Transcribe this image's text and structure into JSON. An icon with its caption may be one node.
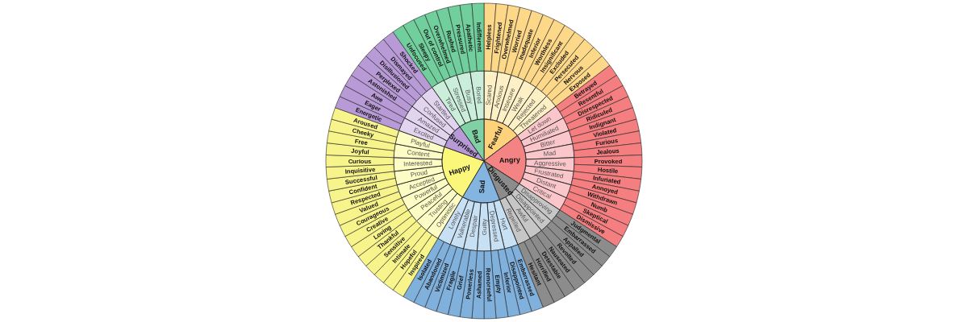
{
  "diagram": {
    "nodes": [
      {
        "text": [
          "Fearful"
        ]
      },
      {
        "text": [
          "Angry"
        ]
      },
      {
        "text": [
          "Disgusted"
        ]
      },
      {
        "text": [
          "Sad"
        ]
      },
      {
        "text": [
          "Happy"
        ]
      },
      {
        "text": [
          "Surprised"
        ]
      },
      {
        "text": [
          "Bad"
        ]
      },
      {
        "text": [
          "Scared"
        ]
      },
      {
        "text": [
          "Anxious"
        ]
      },
      {
        "text": [
          "Insecure"
        ]
      },
      {
        "text": [
          "Weak"
        ]
      },
      {
        "text": [
          "Rejected"
        ]
      },
      {
        "text": [
          "Threatened"
        ]
      },
      {
        "text": [
          "Let down"
        ]
      },
      {
        "text": [
          "Humiliated"
        ]
      },
      {
        "text": [
          "Bitter"
        ]
      },
      {
        "text": [
          "Mad"
        ]
      },
      {
        "text": [
          "Aggressive"
        ]
      },
      {
        "text": [
          "Frustrated"
        ]
      },
      {
        "text": [
          "Distant"
        ]
      },
      {
        "text": [
          "Critical"
        ]
      },
      {
        "text": [
          "Disapproving"
        ]
      },
      {
        "text": [
          "Disappointed"
        ]
      },
      {
        "text": [
          "Awful"
        ]
      },
      {
        "text": [
          "Repelled"
        ]
      },
      {
        "text": [
          "Hurt"
        ]
      },
      {
        "text": [
          "Depressed"
        ]
      },
      {
        "text": [
          "Guilty"
        ]
      },
      {
        "text": [
          "Despair"
        ]
      },
      {
        "text": [
          "Vulnerable"
        ]
      },
      {
        "text": [
          "Lonely"
        ]
      },
      {
        "text": [
          "Optimistic"
        ]
      },
      {
        "text": [
          "Trusting"
        ]
      },
      {
        "text": [
          "Peaceful"
        ]
      },
      {
        "text": [
          "Powerful"
        ]
      },
      {
        "text": [
          "Accepted"
        ]
      },
      {
        "text": [
          "Proud"
        ]
      },
      {
        "text": [
          "Interested"
        ]
      },
      {
        "text": [
          "Content"
        ]
      },
      {
        "text": [
          "Playful"
        ]
      },
      {
        "text": [
          "Excited"
        ]
      },
      {
        "text": [
          "Amazed"
        ]
      },
      {
        "text": [
          "Confused"
        ]
      },
      {
        "text": [
          "Startled"
        ]
      },
      {
        "text": [
          "Tired"
        ]
      },
      {
        "text": [
          "Stressed"
        ]
      },
      {
        "text": [
          "Busy"
        ]
      },
      {
        "text": [
          "Bored"
        ]
      },
      {
        "text": [
          "Helpless"
        ]
      },
      {
        "text": [
          "Frightened"
        ]
      },
      {
        "text": [
          "Overwhelmed"
        ]
      },
      {
        "text": [
          "Worried"
        ]
      },
      {
        "text": [
          "Inadequate"
        ]
      },
      {
        "text": [
          "Inferior"
        ]
      },
      {
        "text": [
          "Worthless"
        ]
      },
      {
        "text": [
          "Insignificant"
        ]
      },
      {
        "text": [
          "Excluded"
        ]
      },
      {
        "text": [
          "Persecuted"
        ]
      },
      {
        "text": [
          "Nervous"
        ]
      },
      {
        "text": [
          "Exposed"
        ]
      },
      {
        "text": [
          "Betrayed"
        ]
      },
      {
        "text": [
          "Resentful"
        ]
      },
      {
        "text": [
          "Disrespected"
        ]
      },
      {
        "text": [
          "Ridiculed"
        ]
      },
      {
        "text": [
          "Indignant"
        ]
      },
      {
        "text": [
          "Violated"
        ]
      },
      {
        "text": [
          "Furious"
        ]
      },
      {
        "text": [
          "Jealous"
        ]
      },
      {
        "text": [
          "Provoked"
        ]
      },
      {
        "text": [
          "Hostile"
        ]
      },
      {
        "text": [
          "Infuriated"
        ]
      },
      {
        "text": [
          "Annoyed"
        ]
      },
      {
        "text": [
          "Withdrawn"
        ]
      },
      {
        "text": [
          "Numb"
        ]
      },
      {
        "text": [
          "Skeptical"
        ]
      },
      {
        "text": [
          "Dismissive"
        ]
      },
      {
        "text": [
          "Judgmental"
        ]
      },
      {
        "text": [
          "Embarrassed"
        ]
      },
      {
        "text": [
          "Appalled"
        ]
      },
      {
        "text": [
          "Revolted"
        ]
      },
      {
        "text": [
          "Nauseated"
        ]
      },
      {
        "text": [
          "Detestable"
        ]
      },
      {
        "text": [
          "Horrified"
        ]
      },
      {
        "text": [
          "Hesitant"
        ]
      },
      {
        "text": [
          "Embarrassed"
        ]
      },
      {
        "text": [
          "Disappointed"
        ]
      },
      {
        "text": [
          "Inferior"
        ]
      },
      {
        "text": [
          "Empty"
        ]
      },
      {
        "text": [
          "Remorseful"
        ]
      },
      {
        "text": [
          "Ashamed"
        ]
      },
      {
        "text": [
          "Powerless"
        ]
      },
      {
        "text": [
          "Grief"
        ]
      },
      {
        "text": [
          "Fragile"
        ]
      },
      {
        "text": [
          "Victimized"
        ]
      },
      {
        "text": [
          "Abandoned"
        ]
      },
      {
        "text": [
          "Isolated"
        ]
      },
      {
        "text": [
          "Inspired"
        ]
      },
      {
        "text": [
          "Hopeful"
        ]
      },
      {
        "text": [
          "Intimate"
        ]
      },
      {
        "text": [
          "Sensitive"
        ]
      },
      {
        "text": [
          "Thankful"
        ]
      },
      {
        "text": [
          "Loving"
        ]
      },
      {
        "text": [
          "Creative"
        ]
      },
      {
        "text": [
          "Courageous"
        ]
      },
      {
        "text": [
          "Valued"
        ]
      },
      {
        "text": [
          "Respected"
        ]
      },
      {
        "text": [
          "Confident"
        ]
      },
      {
        "text": [
          "Successful"
        ]
      },
      {
        "text": [
          "Inquisitive"
        ]
      },
      {
        "text": [
          "Curious"
        ]
      },
      {
        "text": [
          "Joyful"
        ]
      },
      {
        "text": [
          "Free"
        ]
      },
      {
        "text": [
          "Cheeky"
        ]
      },
      {
        "text": [
          "Aroused"
        ]
      },
      {
        "text": [
          "Energetic"
        ]
      },
      {
        "text": [
          "Eager"
        ]
      },
      {
        "text": [
          "Awe"
        ]
      },
      {
        "text": [
          "Astonished"
        ]
      },
      {
        "text": [
          "Perplexed"
        ]
      },
      {
        "text": [
          "Disillusioned"
        ]
      },
      {
        "text": [
          "Dismayed"
        ]
      },
      {
        "text": [
          "Shocked"
        ]
      },
      {
        "text": [
          "Unfocused"
        ]
      },
      {
        "text": [
          "Sleepy"
        ]
      },
      {
        "text": [
          "Out of control"
        ]
      },
      {
        "text": [
          "Overwhelmed"
        ]
      },
      {
        "text": [
          "Rushed"
        ]
      },
      {
        "text": [
          "Pressured"
        ]
      },
      {
        "text": [
          "Apathetic"
        ]
      },
      {
        "text": [
          "Indifferent"
        ]
      }
    ]
  }
}
